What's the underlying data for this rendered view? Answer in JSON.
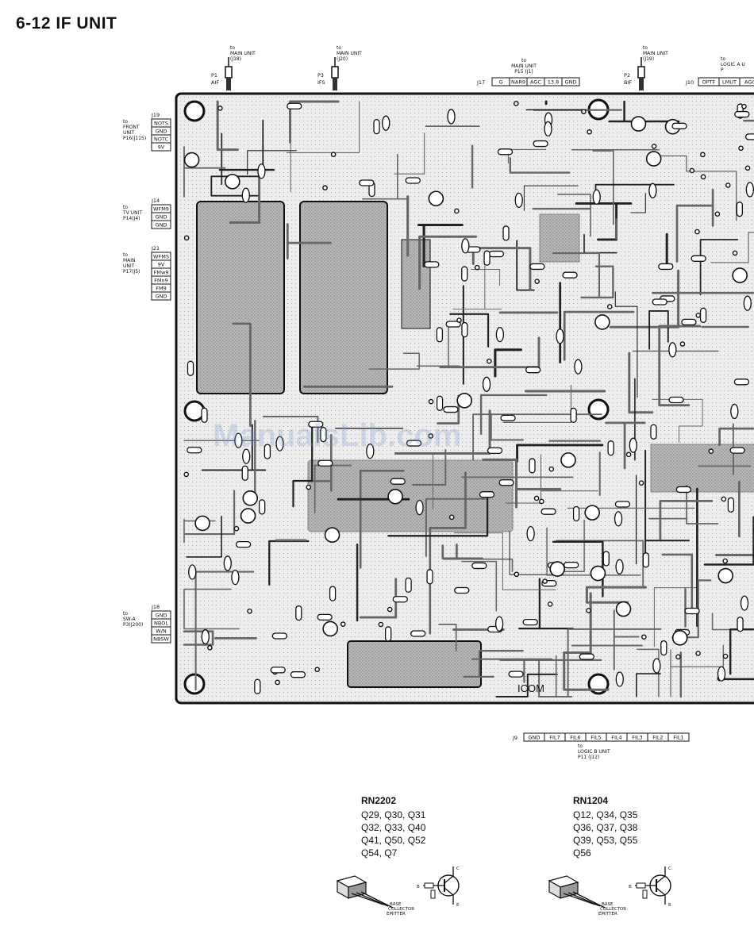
{
  "title": "6-12  IF UNIT",
  "top_connectors": [
    {
      "pin": "P1",
      "name": "AIF",
      "to": [
        "to",
        "MAIN UNIT",
        "(J18)"
      ]
    },
    {
      "pin": "P3",
      "name": "IFS",
      "to": [
        "to",
        "MAIN UNIT",
        "(J20)"
      ]
    },
    {
      "pin": "P2",
      "name": "BIF",
      "to": [
        "to",
        "MAIN UNIT",
        "(J19)"
      ]
    }
  ],
  "j17": {
    "label": "J17",
    "to": [
      "to",
      "MAIN UNIT",
      "P15 (J1)"
    ],
    "cells": [
      "G",
      "NAR9",
      "AGC",
      "13.8",
      "GND"
    ]
  },
  "j10": {
    "label": "J10",
    "to": [
      "to",
      "LOGIC A U",
      "P"
    ],
    "cells": [
      "OPTF",
      "LMUT",
      "AGC"
    ]
  },
  "left_connectors": [
    {
      "label": "J19",
      "to": [
        "to",
        "FRONT",
        "UNIT",
        "P16(J115)"
      ],
      "cells": [
        "NOTS",
        "GND",
        "NOTC",
        "9V"
      ]
    },
    {
      "label": "J14",
      "to": [
        "to",
        "TV UNIT",
        "P14(J4)"
      ],
      "cells": [
        "WFM9",
        "GND",
        "GND"
      ]
    },
    {
      "label": "J21",
      "to": [
        "to",
        "MAIN",
        "UNIT",
        "P17(J5)"
      ],
      "cells": [
        "WFMS",
        "9V",
        "FMw9",
        "FMn9",
        "FM9",
        "GND"
      ]
    },
    {
      "label": "J18",
      "to": [
        "to",
        "SW-A",
        "P3(J200)"
      ],
      "cells": [
        "GND",
        "NBOL",
        "W/N",
        "NBSW"
      ]
    }
  ],
  "j9": {
    "label": "J9",
    "to": [
      "to",
      "LOGIC B UNIT",
      "P11 (J12)"
    ],
    "cells": [
      "GND",
      "FIL7",
      "FIL6",
      "FIL5",
      "FIL4",
      "FIL3",
      "FIL2",
      "FIL1"
    ]
  },
  "board_text": {
    "brand": "ICOM",
    "watermark": "ManualsLib.com"
  },
  "transistor_groups": [
    {
      "name": "RN2202",
      "lines": [
        "Q29, Q30, Q31",
        "Q32, Q33, Q40",
        "Q41, Q50, Q52",
        "Q54, Q7"
      ],
      "leads": [
        "BASE",
        "COLLECTOR",
        "EMITTER"
      ],
      "pins": [
        "B",
        "C",
        "E"
      ]
    },
    {
      "name": "RN1204",
      "lines": [
        "Q12, Q34, Q35",
        "Q36, Q37, Q38",
        "Q39, Q53, Q55",
        "Q56"
      ],
      "leads": [
        "BASE",
        "COLLECTOR",
        "EMITTER"
      ],
      "pins": [
        "B",
        "C",
        "E"
      ]
    }
  ],
  "colors": {
    "board_outline": "#111111",
    "trace": "#444444",
    "ink": "#111111"
  }
}
